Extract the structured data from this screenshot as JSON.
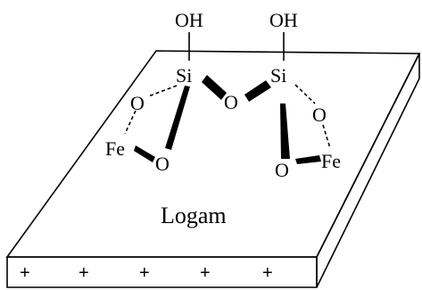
{
  "labels": {
    "oh_left": "OH",
    "oh_right": "OH",
    "si_left": "Si",
    "si_right": "Si",
    "o_bridge": "O",
    "o_left_upper": "O",
    "o_left_lower": "O",
    "o_right_upper": "O",
    "o_right_lower": "O",
    "fe_left": "Fe",
    "fe_right": "Fe",
    "surface": "Logam"
  },
  "charges": [
    "+",
    "+",
    "+",
    "+",
    "+"
  ],
  "colors": {
    "ink": "#000000",
    "background": "#ffffff"
  }
}
